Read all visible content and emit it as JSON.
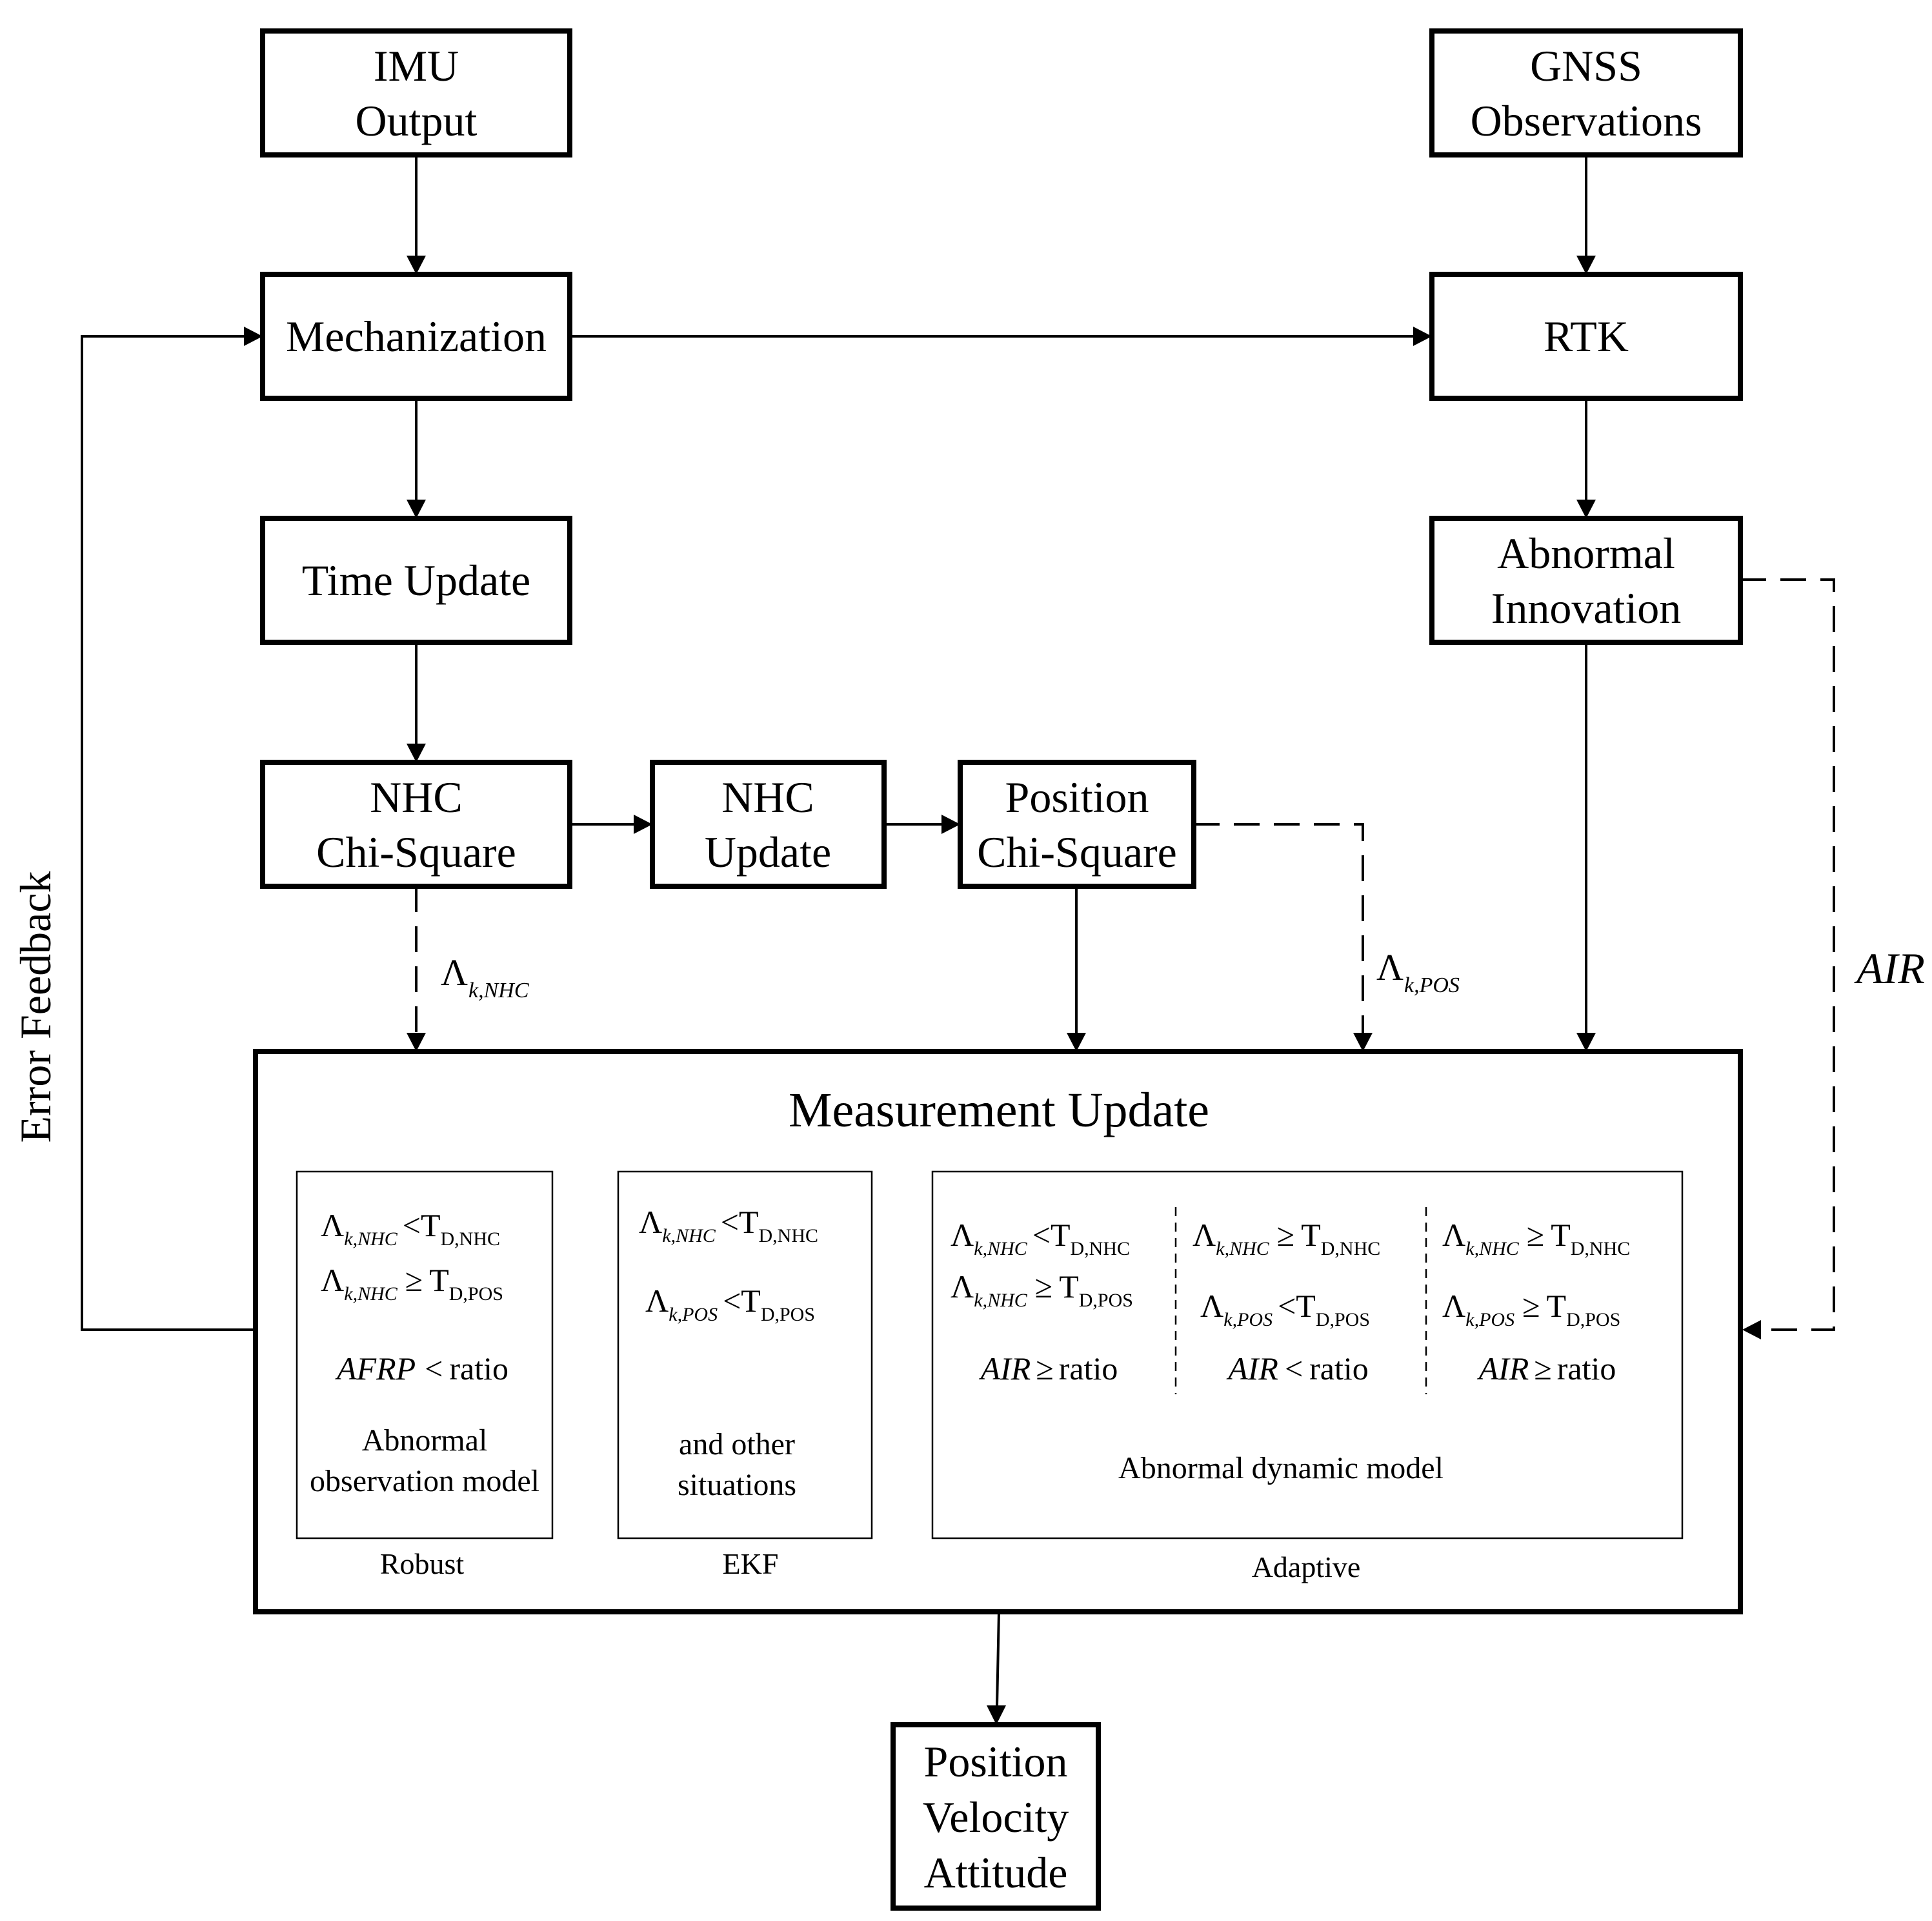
{
  "blocks": {
    "imu": [
      "IMU",
      "Output"
    ],
    "gnss": [
      "GNSS",
      "Observations"
    ],
    "mechanization": "Mechanization",
    "rtk": "RTK",
    "time_update": "Time Update",
    "abnormal_innovation": [
      "Abnormal",
      "Innovation"
    ],
    "nhc_chi_square": [
      "NHC",
      "Chi-Square"
    ],
    "nhc_update": [
      "NHC",
      "Update"
    ],
    "position_chi_square": [
      "Position",
      "Chi-Square"
    ],
    "output": [
      "Position",
      "Velocity",
      "Attitude"
    ]
  },
  "edge_labels": {
    "error_feedback": "Error Feedback",
    "air": "AIR",
    "lambda": "Λ",
    "nhc_sub": "k,NHC",
    "pos_sub": "k,POS"
  },
  "measurement_update": {
    "title": "Measurement Update",
    "robust": {
      "caption": "Robust",
      "note": [
        "Abnormal",
        "observation model"
      ]
    },
    "ekf": {
      "caption": "EKF",
      "note": [
        "and other",
        "situations"
      ]
    },
    "adaptive": {
      "caption": "Adaptive",
      "note": "Abnormal dynamic model"
    },
    "symbols": {
      "lt": "<",
      "ge": "≥",
      "T": "T",
      "d_nhc": "D,NHC",
      "d_pos": "D,POS",
      "afrp": "AFRP",
      "air": "AIR",
      "ratio": "ratio"
    }
  },
  "colors": {
    "stroke": "#000000",
    "background": "#ffffff"
  }
}
